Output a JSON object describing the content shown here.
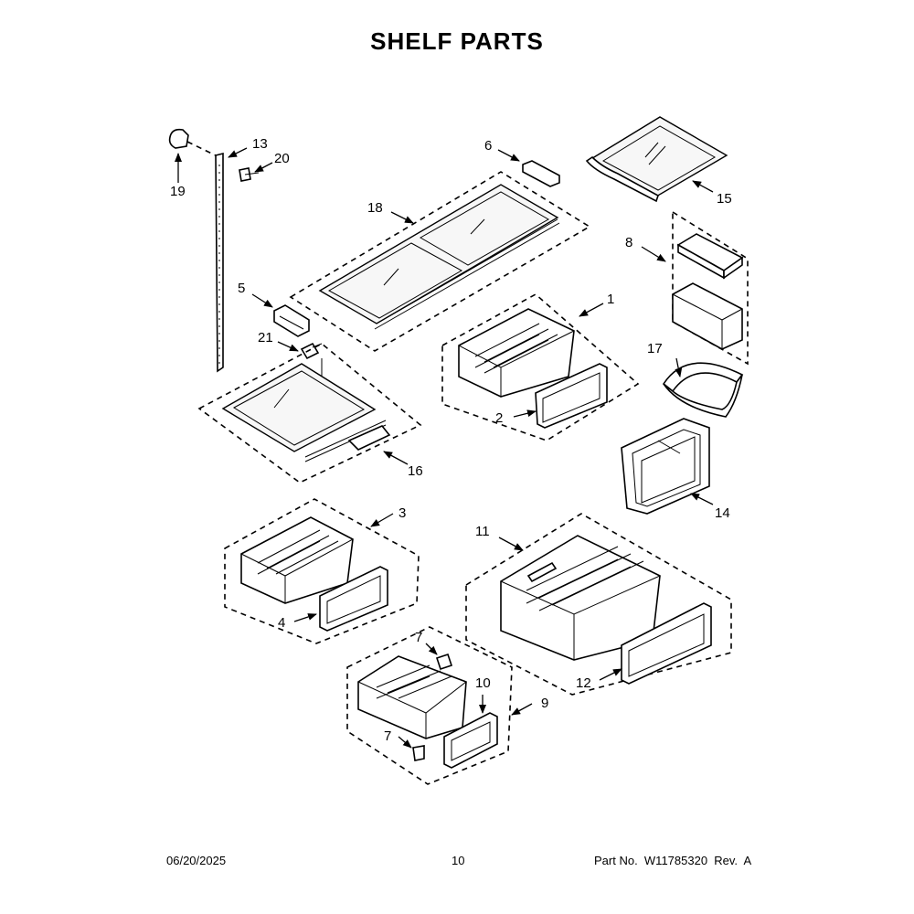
{
  "title": "SHELF PARTS",
  "footer": {
    "date": "06/20/2025",
    "page": "10",
    "part_number": "Part No.  W11785320  Rev.  A"
  },
  "callouts": [
    "1",
    "2",
    "3",
    "4",
    "5",
    "6",
    "7",
    "7",
    "8",
    "9",
    "10",
    "11",
    "12",
    "13",
    "14",
    "15",
    "16",
    "17",
    "18",
    "19",
    "20",
    "21"
  ]
}
